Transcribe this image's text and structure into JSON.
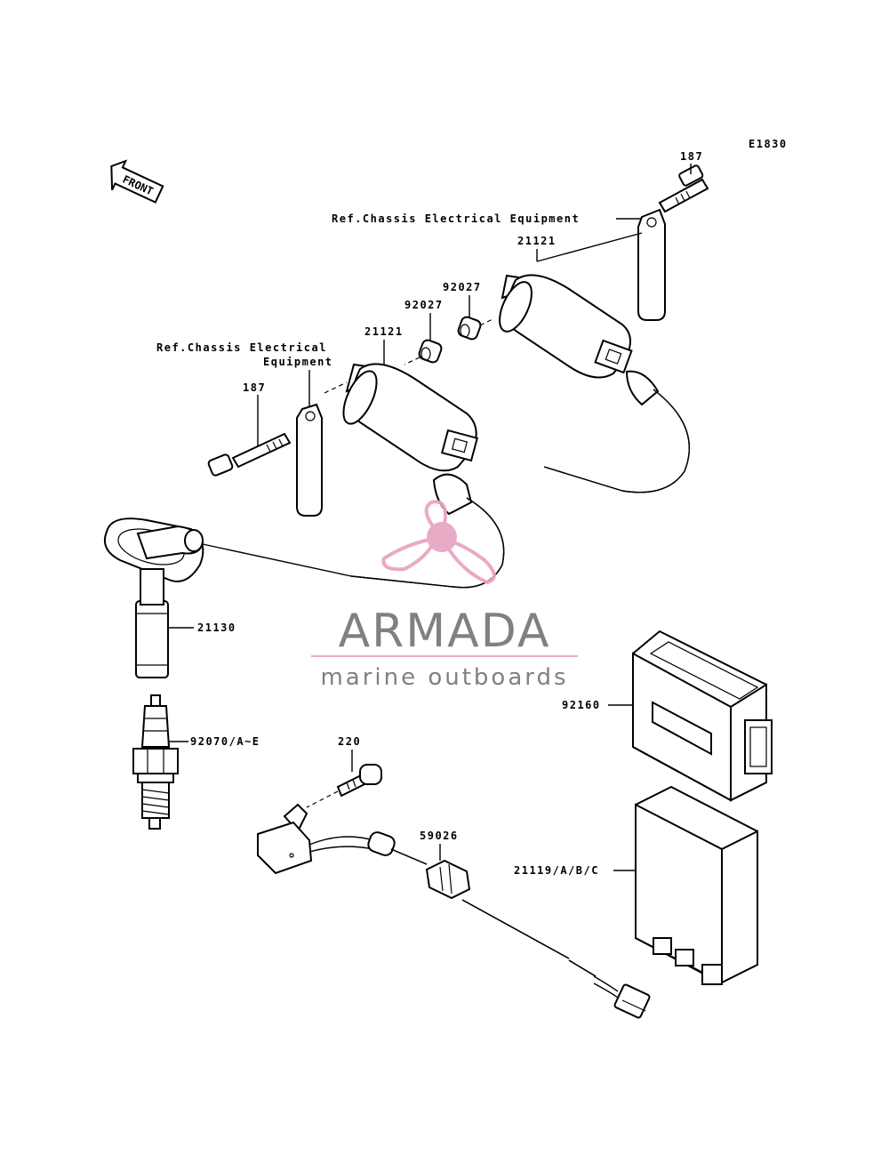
{
  "diagram_code": "E1830",
  "front_label": "FRONT",
  "labels": {
    "bolt_top": "187",
    "ref_top": "Ref.Chassis Electrical Equipment",
    "coil_top": "21121",
    "washer_top": "92027",
    "washer_left": "92027",
    "coil_left": "21121",
    "ref_left_line1": "Ref.Chassis Electrical",
    "ref_left_line2": "Equipment",
    "bolt_left": "187",
    "plug_cap": "21130",
    "spark_plug": "92070/A~E",
    "screw": "220",
    "connector": "59026",
    "case": "92160",
    "igniter": "21119/A/B/C"
  },
  "watermark": {
    "name": "ARMADA",
    "tagline": "marine outboards",
    "color": "#e8a6c4",
    "text_color": "#7a7a7a"
  }
}
